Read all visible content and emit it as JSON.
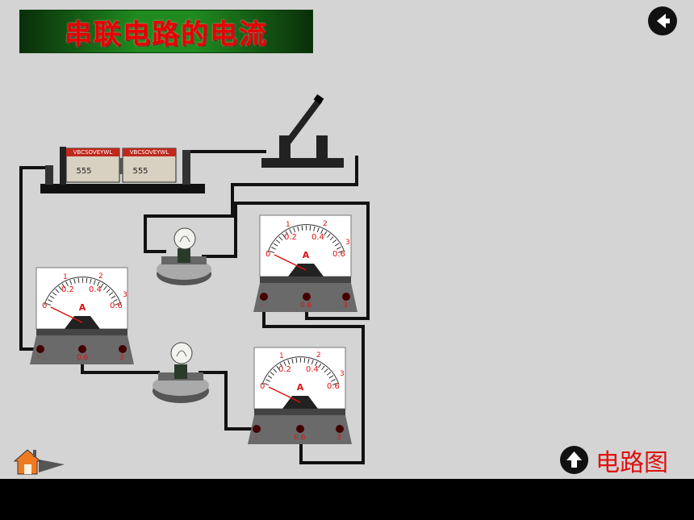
{
  "title": "串联电路的电流",
  "nav": {
    "back_icon": "back-arrow-icon",
    "up_icon": "up-arrow-icon",
    "circuit_diagram_label": "电路图",
    "home_icon": "home-icon"
  },
  "battery": {
    "brand_text": "VBCSOVEYWL",
    "model_text": "555"
  },
  "ammeters": [
    {
      "name": "ammeter-left",
      "upper_scale": [
        "1",
        "2",
        "3"
      ],
      "lower_scale": [
        "0",
        "0.2",
        "0.4",
        "0.6"
      ],
      "unit": "A",
      "terminals": [
        "-",
        "0.6",
        "3"
      ]
    },
    {
      "name": "ammeter-top-right",
      "upper_scale": [
        "1",
        "2",
        "3"
      ],
      "lower_scale": [
        "0",
        "0.2",
        "0.4",
        "0.6"
      ],
      "unit": "A",
      "terminals": [
        "-",
        "0.6",
        "3"
      ]
    },
    {
      "name": "ammeter-bottom-right",
      "upper_scale": [
        "1",
        "2",
        "3"
      ],
      "lower_scale": [
        "0",
        "0.2",
        "0.4",
        "0.6"
      ],
      "unit": "A",
      "terminals": [
        "-",
        "0.6",
        "3"
      ]
    }
  ],
  "colors": {
    "background": "#d4d4d4",
    "wire": "#111111",
    "accent_red": "#e01010",
    "title_green": "#1f8a1f"
  }
}
